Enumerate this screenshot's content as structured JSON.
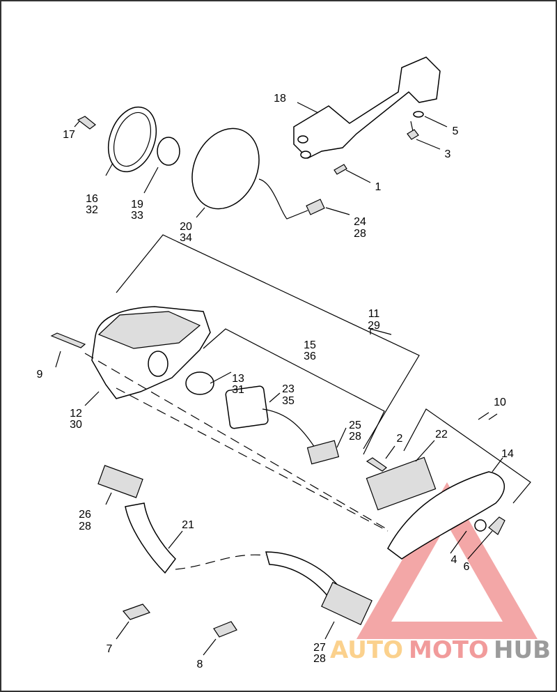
{
  "diagram": {
    "title": "Tail lamp assembly exploded parts diagram",
    "callouts": {
      "c1": [
        "1"
      ],
      "c2": [
        "2"
      ],
      "c3": [
        "3"
      ],
      "c4": [
        "4"
      ],
      "c5": [
        "5"
      ],
      "c6": [
        "6"
      ],
      "c7": [
        "7"
      ],
      "c8": [
        "8"
      ],
      "c9": [
        "9"
      ],
      "c10": [
        "10"
      ],
      "c11": [
        "11",
        "29"
      ],
      "c12": [
        "12",
        "30"
      ],
      "c13": [
        "13",
        "31"
      ],
      "c14": [
        "14"
      ],
      "c15": [
        "15",
        "36"
      ],
      "c16": [
        "16",
        "32"
      ],
      "c17": [
        "17"
      ],
      "c18": [
        "18"
      ],
      "c19": [
        "19",
        "33"
      ],
      "c20": [
        "20",
        "34"
      ],
      "c21": [
        "21"
      ],
      "c22": [
        "22"
      ],
      "c23": [
        "23",
        "35"
      ],
      "c24": [
        "24",
        "28"
      ],
      "c25": [
        "25",
        "28"
      ],
      "c26": [
        "26",
        "28"
      ],
      "c27": [
        "27",
        "28"
      ]
    }
  },
  "watermark": {
    "part1": "AUTO",
    "part2": "MOTO",
    "part3": "HUB",
    "color1": "#fbc97a",
    "color2": "#ef8a8a",
    "color3": "#8a8a8a"
  }
}
